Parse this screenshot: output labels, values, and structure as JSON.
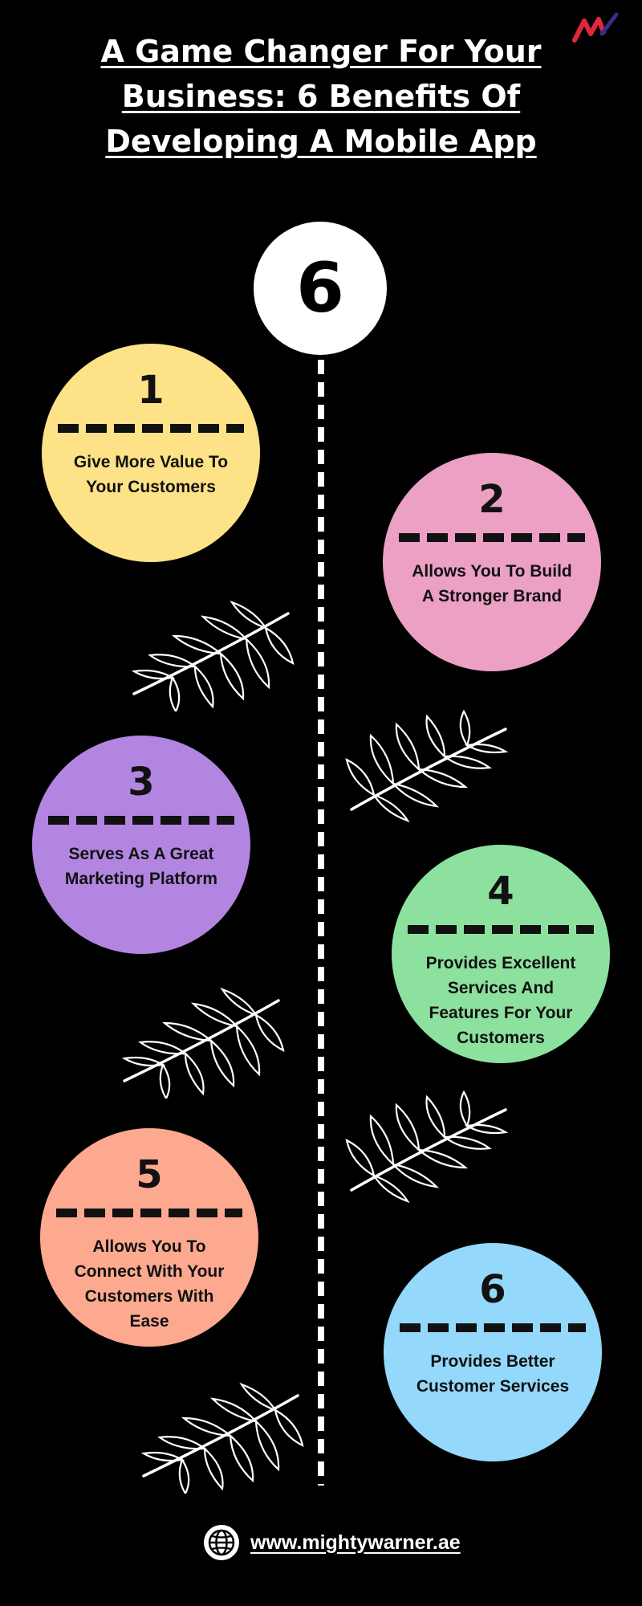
{
  "title": {
    "line1": "A Game Changer For Your",
    "line2": "Business: 6 Benefits Of",
    "line3": "Developing A Mobile App"
  },
  "top_number": "6",
  "benefits": [
    {
      "number": "1",
      "text": "Give More Value To Your Customers",
      "color": "#fde287"
    },
    {
      "number": "2",
      "text": "Allows You To Build A Stronger Brand",
      "color": "#eba0c4"
    },
    {
      "number": "3",
      "text": "Serves As A Great Marketing Platform",
      "color": "#b286e0"
    },
    {
      "number": "4",
      "text": "Provides Excellent Services And Features For Your Customers",
      "color": "#8de19e"
    },
    {
      "number": "5",
      "text": "Allows You To Connect With Your Customers With Ease",
      "color": "#fca990"
    },
    {
      "number": "6",
      "text": "Provides Better Customer Services",
      "color": "#94d8fb"
    }
  ],
  "icons": {
    "logo": "mightywarner-logo-icon",
    "leaf": "leaf-branch-icon",
    "globe": "globe-icon"
  },
  "colors": {
    "background": "#000000",
    "logo_red": "#e0273f",
    "logo_blue": "#3b2a8c"
  },
  "footer": {
    "url": "www.mightywarner.ae"
  }
}
